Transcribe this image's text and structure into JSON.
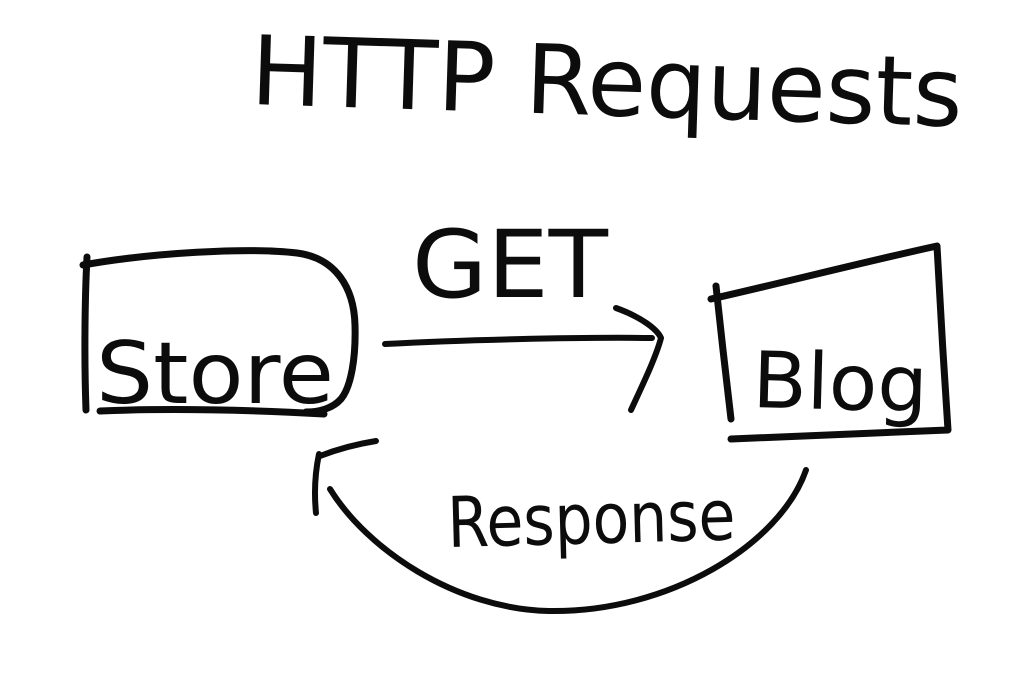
{
  "canvas": {
    "background": "#ffffff",
    "ink": "#0c0c0c",
    "style": "freehand-marker-sketch"
  },
  "title": "HTTP Requests",
  "diagram": {
    "nodes": [
      {
        "id": "store",
        "label": "Store",
        "shape": "rounded-box",
        "position": "left"
      },
      {
        "id": "blog",
        "label": "Blog",
        "shape": "tilted-box",
        "position": "right"
      }
    ],
    "edges": [
      {
        "from": "store",
        "to": "blog",
        "label": "GET",
        "shape": "straight-arrow-right"
      },
      {
        "from": "blog",
        "to": "store",
        "label": "Response",
        "shape": "curved-arrow-left"
      }
    ]
  }
}
